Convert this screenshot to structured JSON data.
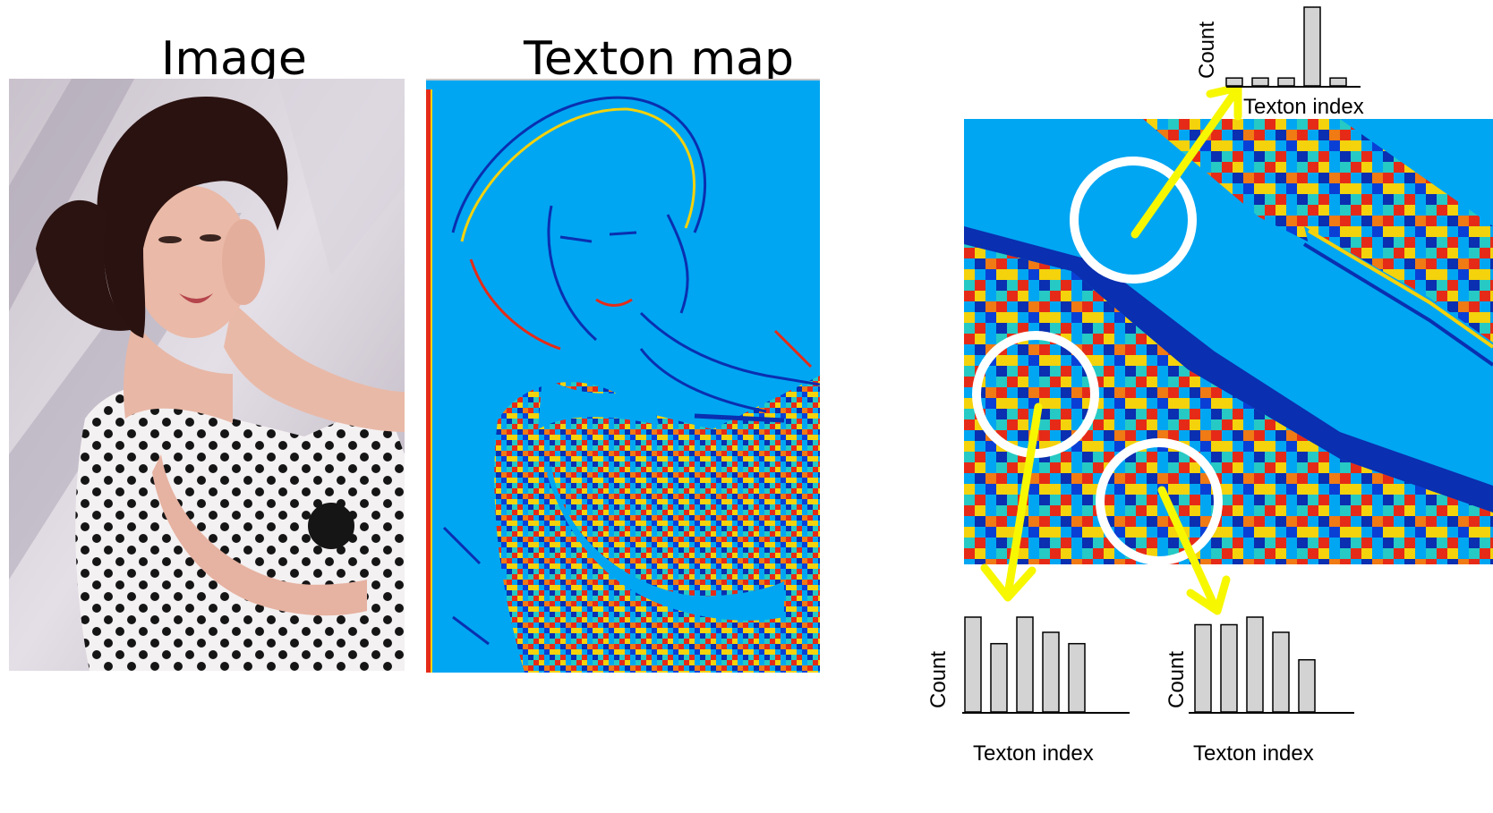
{
  "titles": {
    "image": "Image",
    "texton_map": "Texton map"
  },
  "histograms": [
    {
      "id": "top",
      "ylabel": "Count",
      "xlabel": "Texton index",
      "values": [
        0.1,
        0.1,
        0.1,
        1.0,
        0.1
      ]
    },
    {
      "id": "bottom-left",
      "ylabel": "Count",
      "xlabel": "Texton index",
      "values": [
        1.0,
        0.72,
        1.0,
        0.84,
        0.72
      ]
    },
    {
      "id": "bottom-right",
      "ylabel": "Count",
      "xlabel": "Texton index",
      "values": [
        0.92,
        0.92,
        1.0,
        0.84,
        0.55
      ]
    }
  ],
  "colors": {
    "texton_background": "#00a6f2",
    "arrow": "#f7f700",
    "circle": "#ffffff",
    "bar_fill": "#d3d3d3"
  }
}
